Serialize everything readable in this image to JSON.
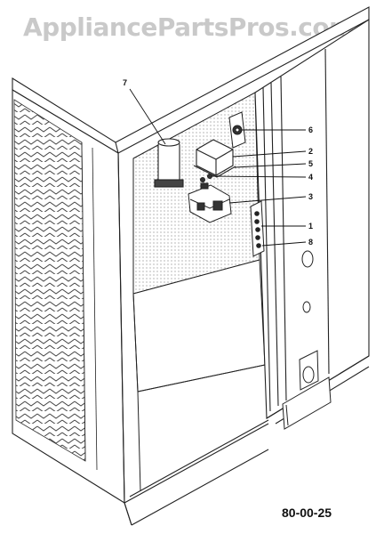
{
  "watermark": "AppliancePartsPros.com",
  "diagram_code": "80-00-25",
  "callouts": {
    "c1": "1",
    "c2": "2",
    "c3": "3",
    "c4": "4",
    "c5": "5",
    "c6": "6",
    "c7": "7",
    "c8": "8"
  }
}
